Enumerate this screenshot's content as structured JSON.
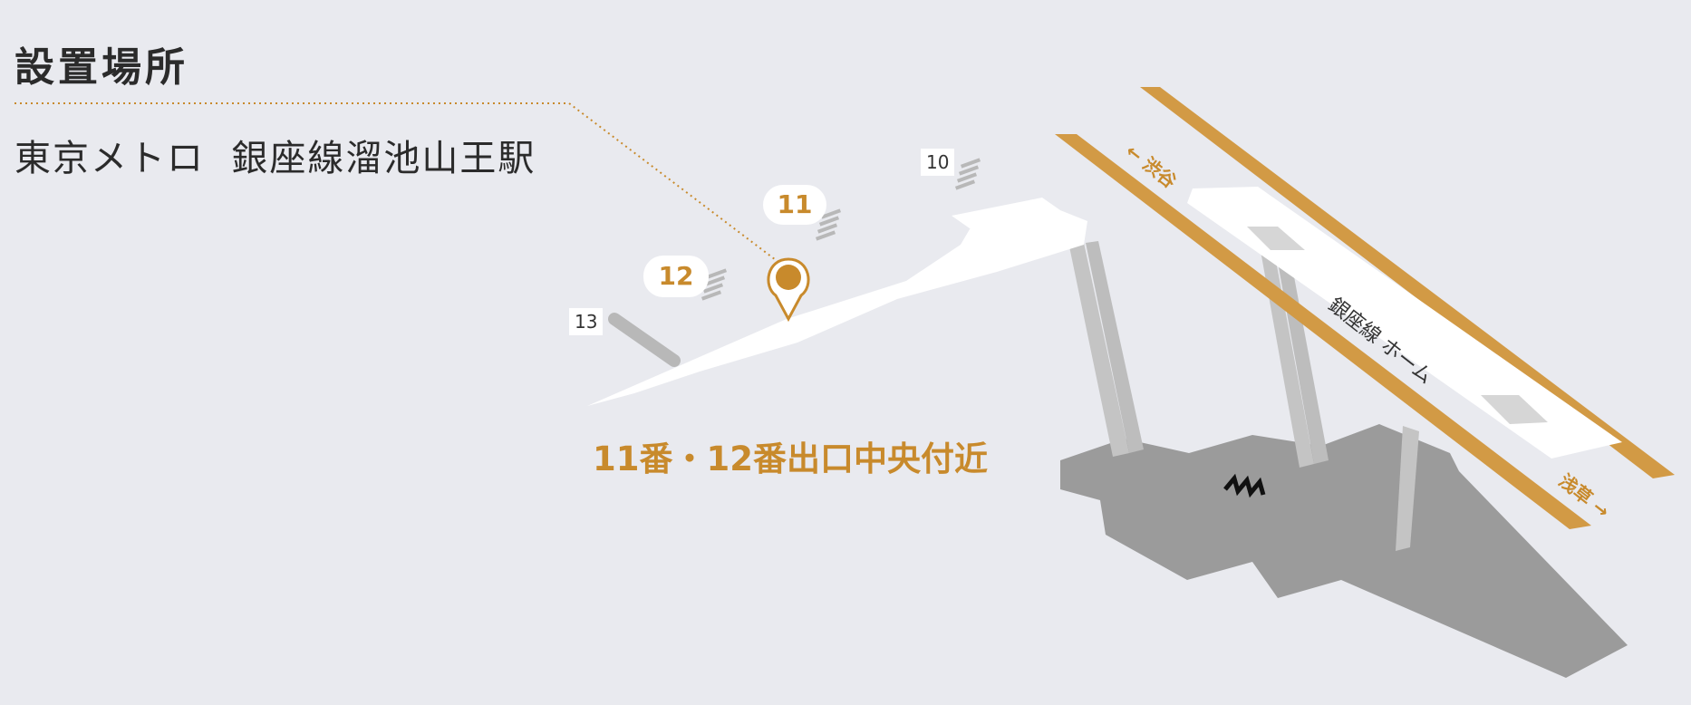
{
  "heading": "設置場所",
  "station_name": "東京メトロ  銀座線溜池山王駅",
  "exits": {
    "ex10": "10",
    "ex11": "11",
    "ex12": "12",
    "ex13": "13"
  },
  "location_label": "11番・12番出口中央付近",
  "direction_west": "← 渋谷",
  "direction_east": "浅草 →",
  "platform_label": "銀座線 ホーム",
  "colors": {
    "accent": "#c88a2c",
    "background": "#e9eaef",
    "concourse": "#ffffff",
    "lower_level": "#9b9b9b",
    "stairs": "#c4c4c4"
  }
}
